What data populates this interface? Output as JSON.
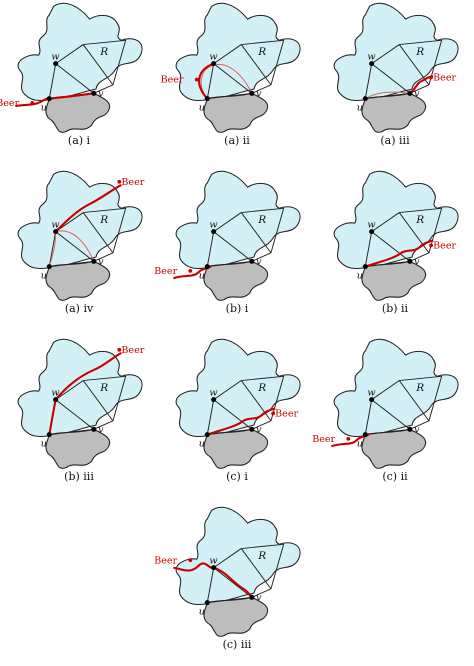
{
  "figure": {
    "beer_label": "Beer",
    "vertex_labels": {
      "u": "u",
      "v": "v",
      "w": "w",
      "R": "R"
    },
    "colors": {
      "region_fill": "#d3f0f7",
      "region_stroke": "#222222",
      "gray_fill": "#bdbdbd",
      "edge": "#222222",
      "path": "#cc0000",
      "thin_path": "#e06060",
      "text": "#111111"
    },
    "panels": [
      {
        "id": "a-i",
        "caption": "(a) i",
        "beer_side": "left-low",
        "path": "u-v",
        "thin": "none"
      },
      {
        "id": "a-ii",
        "caption": "(a) ii",
        "beer_side": "left-mid",
        "path": "loop-w",
        "thin": "u-v-loop"
      },
      {
        "id": "a-iii",
        "caption": "(a) iii",
        "beer_side": "right",
        "path": "v-right",
        "thin": "u-v"
      },
      {
        "id": "a-iv",
        "caption": "(a) iv",
        "beer_side": "top",
        "path": "w-top",
        "thin": "u-w-v"
      },
      {
        "id": "b-i",
        "caption": "(b) i",
        "beer_side": "left-low",
        "path": "u-v-small",
        "thin": "none"
      },
      {
        "id": "b-ii",
        "caption": "(b) ii",
        "beer_side": "right",
        "path": "u-v-right",
        "thin": "none"
      },
      {
        "id": "b-iii",
        "caption": "(b) iii",
        "beer_side": "top",
        "path": "u-w-top",
        "thin": "none"
      },
      {
        "id": "c-i",
        "caption": "(c) i",
        "beer_side": "right",
        "path": "u-v-right",
        "thin": "none"
      },
      {
        "id": "c-ii",
        "caption": "(c) ii",
        "beer_side": "left-low",
        "path": "u-v-small",
        "thin": "none"
      },
      {
        "id": "c-iii",
        "caption": "(c) iii",
        "beer_side": "left-high",
        "path": "w-left-loop",
        "thin": "none"
      }
    ]
  }
}
